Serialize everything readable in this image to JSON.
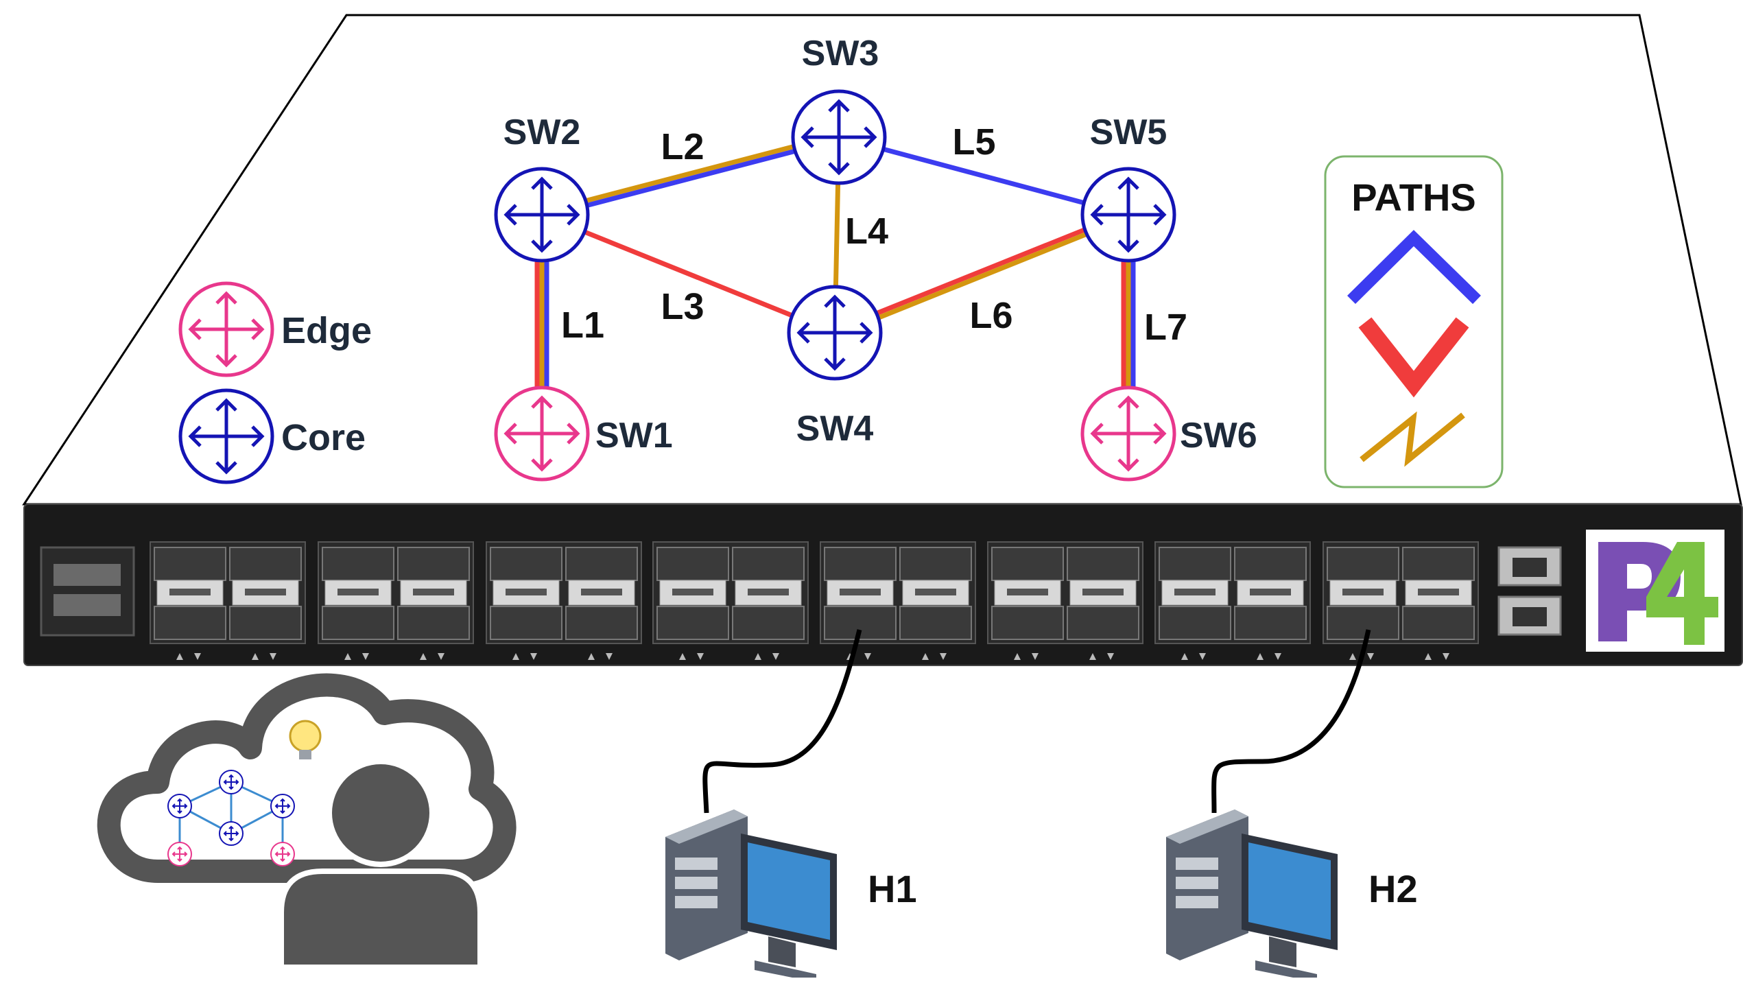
{
  "switches": {
    "sw1": "SW1",
    "sw2": "SW2",
    "sw3": "SW3",
    "sw4": "SW4",
    "sw5": "SW5",
    "sw6": "SW6"
  },
  "links": {
    "l1": "L1",
    "l2": "L2",
    "l3": "L3",
    "l4": "L4",
    "l5": "L5",
    "l6": "L6",
    "l7": "L7"
  },
  "legend": {
    "edge": "Edge",
    "core": "Core"
  },
  "paths": {
    "title": "PATHS"
  },
  "hosts": {
    "h1": "H1",
    "h2": "H2"
  },
  "colors": {
    "core": "#1414b4",
    "edge": "#e8378c",
    "path_blue": "#3c3cf0",
    "path_red": "#f03c3c",
    "path_gold": "#d4960f",
    "legend_border": "#7cb46c",
    "chassis": "#1a1a1a",
    "host_screen": "#3c8cd0",
    "user_gray": "#555555",
    "p4_purple": "#7a4fb4",
    "p4_green": "#7cc243"
  },
  "icons": {
    "switch": "router-arrows-icon",
    "host": "desktop-computer-icon",
    "user": "person-icon",
    "cloud": "cloud-icon",
    "idea": "lightbulb-icon",
    "logo": "p4-logo"
  }
}
